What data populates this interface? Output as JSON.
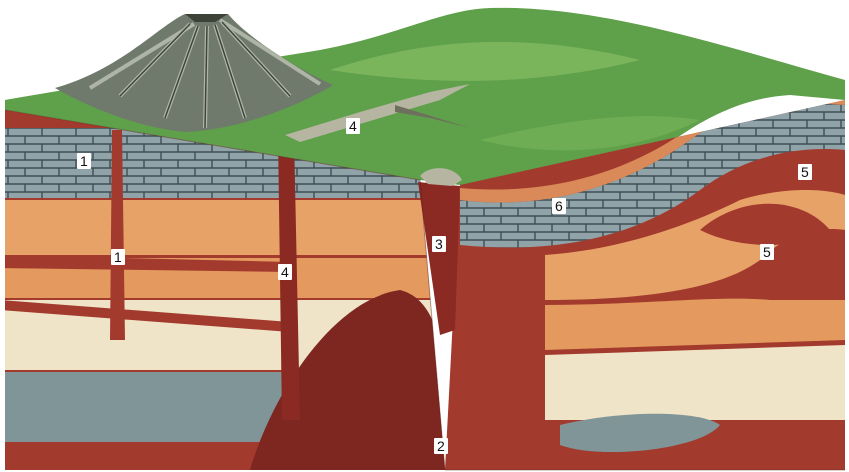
{
  "labels": [
    "1",
    "1",
    "2",
    "3",
    "4",
    "4",
    "5",
    "5",
    "6"
  ],
  "colors": {
    "surface_green": "#5fa04a",
    "surface_light": "#8cc267",
    "magma": "#a33a2e",
    "magma_dark": "#7e2620",
    "limestone": "#8fa3a8",
    "sandstone_orange": "#e7a268",
    "sandstone_pale": "#f1d2a0",
    "cream": "#efe4c8",
    "shale_blue": "#7f9597"
  }
}
